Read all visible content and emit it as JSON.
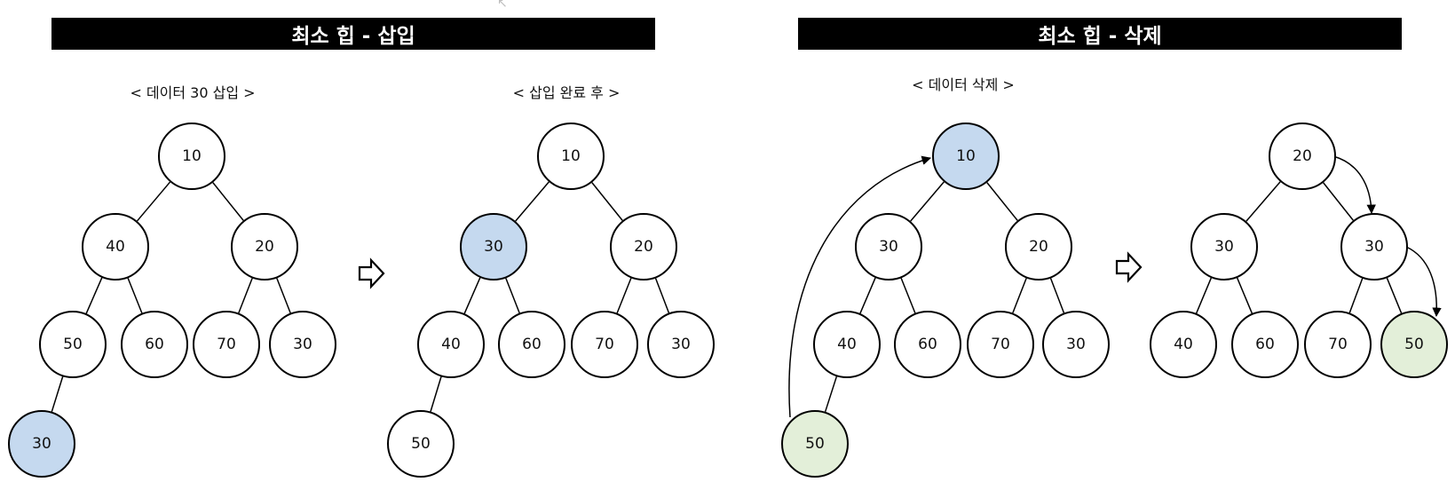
{
  "colors": {
    "banner_bg": "#000000",
    "banner_text": "#ffffff",
    "node_default": "#ffffff",
    "node_blue": "#c5d9ef",
    "node_green": "#e3efd9"
  },
  "icons": [
    "right-outline-arrow-icon",
    "cursor-icon"
  ],
  "insert_section": {
    "title": "최소 힙 - 삽입",
    "before": {
      "caption": "< 데이터 30 삽입 >",
      "nodes": [
        {
          "label": "10",
          "color": "white"
        },
        {
          "label": "40",
          "color": "white"
        },
        {
          "label": "20",
          "color": "white"
        },
        {
          "label": "50",
          "color": "white"
        },
        {
          "label": "60",
          "color": "white"
        },
        {
          "label": "70",
          "color": "white"
        },
        {
          "label": "30",
          "color": "white"
        },
        {
          "label": "30",
          "color": "blue"
        }
      ]
    },
    "after": {
      "caption": "< 삽입 완료 후 >",
      "nodes": [
        {
          "label": "10",
          "color": "white"
        },
        {
          "label": "30",
          "color": "blue"
        },
        {
          "label": "20",
          "color": "white"
        },
        {
          "label": "40",
          "color": "white"
        },
        {
          "label": "60",
          "color": "white"
        },
        {
          "label": "70",
          "color": "white"
        },
        {
          "label": "30",
          "color": "white"
        },
        {
          "label": "50",
          "color": "white"
        }
      ]
    }
  },
  "delete_section": {
    "title": "최소 힙 - 삭제",
    "before": {
      "caption": "< 데이터 삭제 >",
      "nodes": [
        {
          "label": "10",
          "color": "blue"
        },
        {
          "label": "30",
          "color": "white"
        },
        {
          "label": "20",
          "color": "white"
        },
        {
          "label": "40",
          "color": "white"
        },
        {
          "label": "60",
          "color": "white"
        },
        {
          "label": "70",
          "color": "white"
        },
        {
          "label": "30",
          "color": "white"
        },
        {
          "label": "50",
          "color": "green"
        }
      ]
    },
    "after": {
      "nodes": [
        {
          "label": "20",
          "color": "white"
        },
        {
          "label": "30",
          "color": "white"
        },
        {
          "label": "30",
          "color": "white"
        },
        {
          "label": "40",
          "color": "white"
        },
        {
          "label": "60",
          "color": "white"
        },
        {
          "label": "70",
          "color": "white"
        },
        {
          "label": "50",
          "color": "green"
        }
      ]
    }
  }
}
